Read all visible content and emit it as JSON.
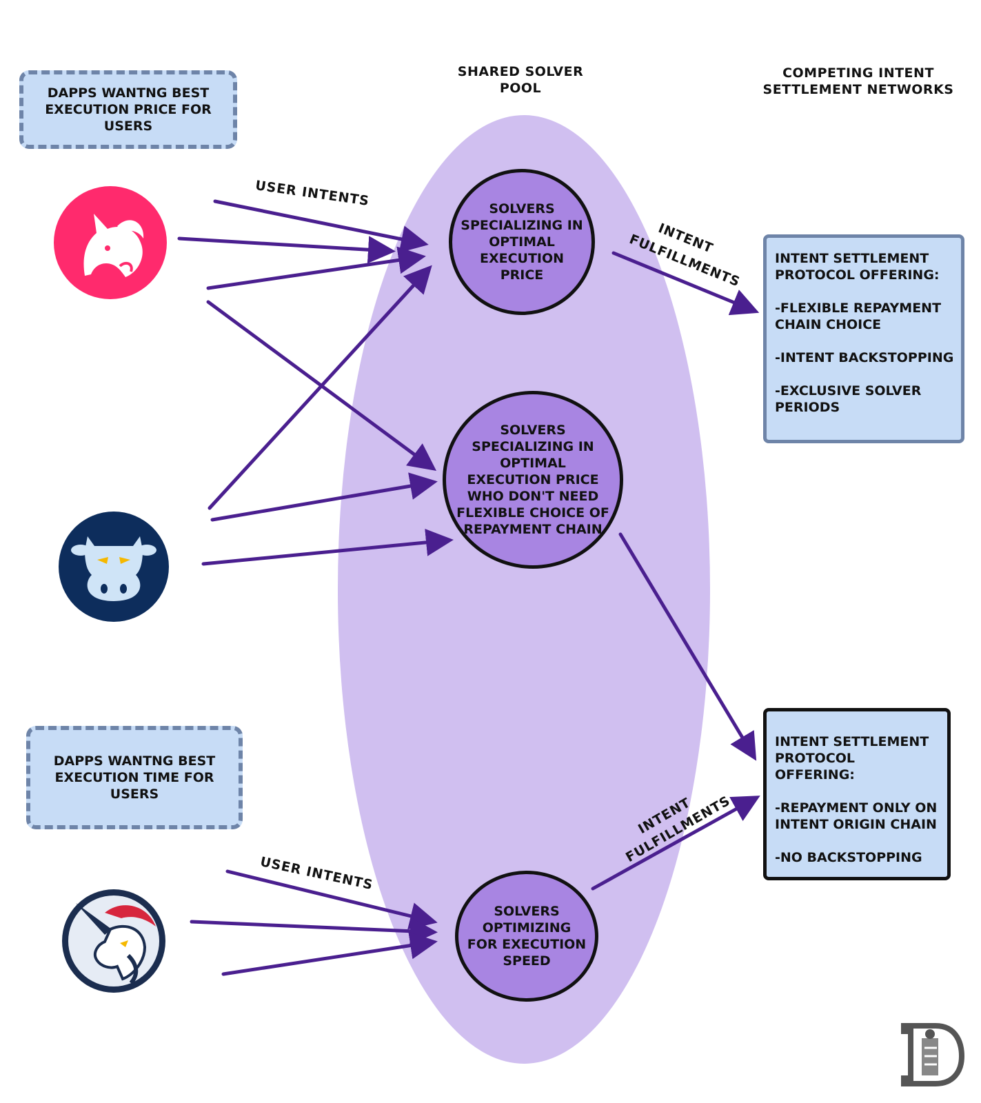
{
  "headers": {
    "shared_pool": "SHARED SOLVER POOL",
    "competing": "COMPETING INTENT SETTLEMENT NETWORKS"
  },
  "groups": {
    "top": "DAPPS WANTNG BEST EXECUTION PRICE FOR USERS",
    "bottom": "DAPPS WANTNG BEST EXECUTION TIME FOR USERS"
  },
  "solvers": {
    "price": "SOLVERS SPECIALIZING IN OPTIMAL EXECUTION PRICE",
    "price_no_repay": "SOLVERS SPECIALIZING IN OPTIMAL EXECUTION PRICE WHO DON'T NEED FLEXIBLE CHOICE OF REPAYMENT CHAIN",
    "speed": "SOLVERS OPTIMIZING FOR EXECUTION SPEED"
  },
  "labels": {
    "user_intents_top": "USER INTENTS",
    "user_intents_bottom": "USER INTENTS",
    "fulfill_top_1": "INTENT",
    "fulfill_top_2": "FULFILLMENTS",
    "fulfill_bottom_1": "INTENT",
    "fulfill_bottom_2": "FULFILLMENTS"
  },
  "networks": {
    "top": {
      "heading": "INTENT SETTLEMENT PROTOCOL OFFERING:",
      "items": [
        "-FLEXIBLE REPAYMENT CHAIN CHOICE",
        "-INTENT BACKSTOPPING",
        "-EXCLUSIVE SOLVER PERIODS"
      ]
    },
    "bottom": {
      "heading": "INTENT SETTLEMENT PROTOCOL OFFERING:",
      "items": [
        "-REPAYMENT ONLY ON INTENT ORIGIN CHAIN",
        "-NO BACKSTOPPING"
      ]
    }
  },
  "icons": {
    "dapp_1": "unicorn-logo-icon",
    "dapp_2": "cow-logo-icon",
    "dapp_3": "horned-horse-logo-icon",
    "watermark": "publisher-seal-icon"
  },
  "colors": {
    "pool": "#d0bff0",
    "circle": "#a885e2",
    "arrow": "#4a1f8f",
    "box": "#c7dcf6",
    "dashed_border": "#6e84a8",
    "pink": "#ff2a6d",
    "navy": "#0d2d5c"
  }
}
